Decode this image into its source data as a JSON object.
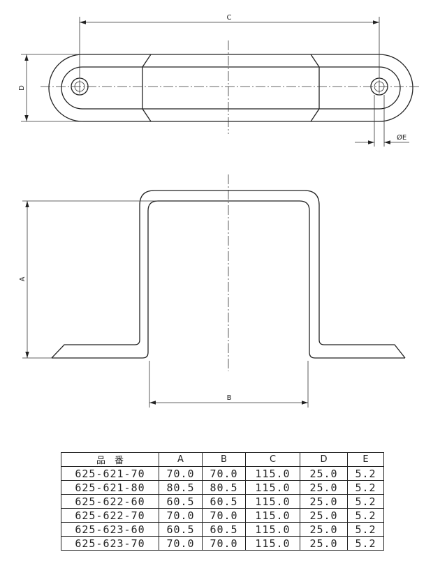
{
  "drawing": {
    "labels": {
      "A": "A",
      "B": "B",
      "C": "C",
      "D": "D",
      "E": "ØE"
    }
  },
  "table": {
    "headers": [
      "品　番",
      "A",
      "B",
      "C",
      "D",
      "E"
    ],
    "rows": [
      [
        "625-621-70",
        "70.0",
        "70.0",
        "115.0",
        "25.0",
        "5.2"
      ],
      [
        "625-621-80",
        "80.5",
        "80.5",
        "115.0",
        "25.0",
        "5.2"
      ],
      [
        "625-622-60",
        "60.5",
        "60.5",
        "115.0",
        "25.0",
        "5.2"
      ],
      [
        "625-622-70",
        "70.0",
        "70.0",
        "115.0",
        "25.0",
        "5.2"
      ],
      [
        "625-623-60",
        "60.5",
        "60.5",
        "115.0",
        "25.0",
        "5.2"
      ],
      [
        "625-623-70",
        "70.0",
        "70.0",
        "115.0",
        "25.0",
        "5.2"
      ]
    ]
  }
}
